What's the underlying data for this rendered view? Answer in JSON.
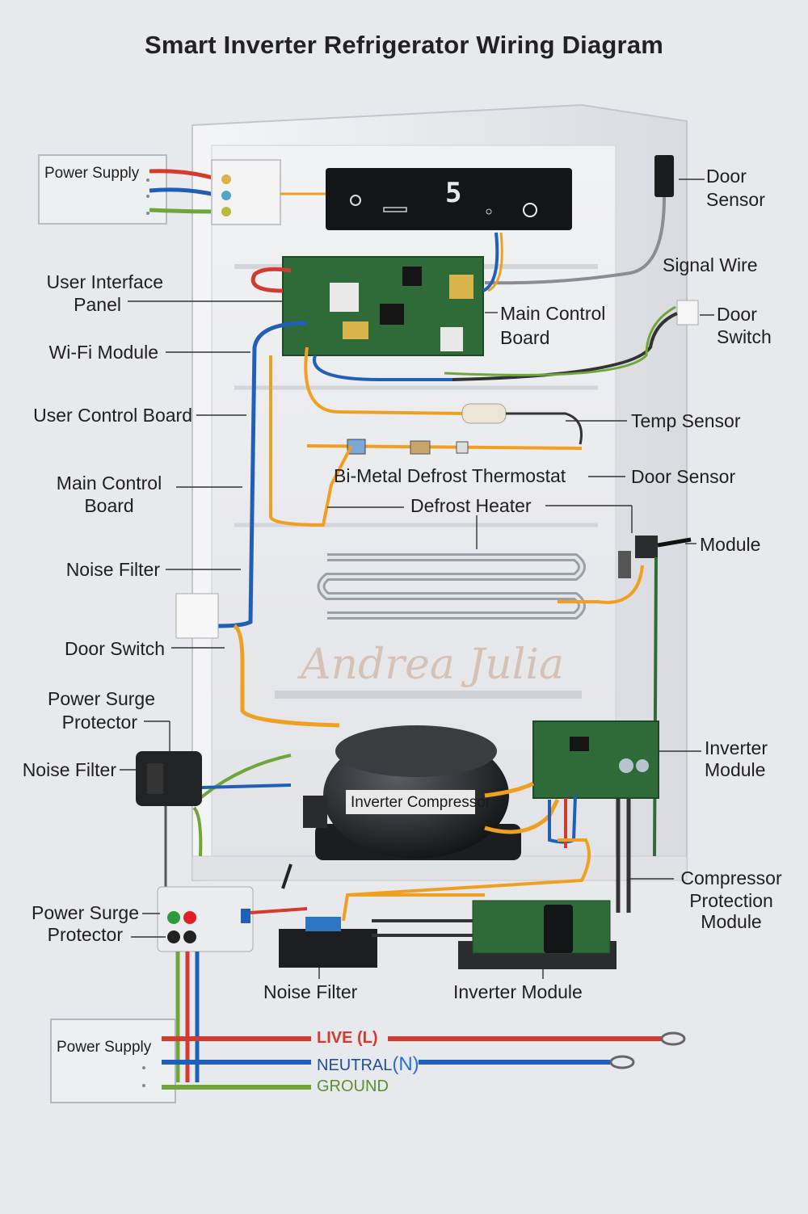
{
  "title": "Smart Inverter Refrigerator Wiring Diagram",
  "labels": {
    "power_supply_top": "Power Supply",
    "door_sensor_top": [
      "Door",
      "Sensor"
    ],
    "signal_wire": "Signal Wire",
    "user_interface_panel": [
      "User Interface",
      "Panel"
    ],
    "main_control_board_center": [
      "Main Control",
      "Board"
    ],
    "door_switch_right": [
      "Door",
      "Switch"
    ],
    "wifi_module": "Wi-Fi Module",
    "user_control_board": "User Control Board",
    "temp_sensor": "Temp Sensor",
    "main_control_board_left": [
      "Main Control",
      "Board"
    ],
    "bimetal_defrost_thermostat": "Bi-Metal Defrost Thermostat",
    "door_sensor_right": "Door Sensor",
    "defrost_heater": "Defrost Heater",
    "module": "Module",
    "noise_filter_left": "Noise Filter",
    "door_switch_left": "Door Switch",
    "power_surge_protector_left": [
      "Power Surge",
      "Protector"
    ],
    "noise_filter_mid": "Noise Filter",
    "inverter_module_right": [
      "Inverter",
      "Module"
    ],
    "inverter_compressor": "Inverter Compressor",
    "compressor_protection_module": [
      "Compressor",
      "Protection",
      "Module"
    ],
    "power_surge_protector_bottom": [
      "Power Surge",
      "Protector"
    ],
    "noise_filter_bottom": "Noise Filter",
    "inverter_module_bottom": "Inverter Module",
    "power_supply_bottom": "Power Supply",
    "live": "LIVE",
    "live_code": "(L)",
    "neutral": "NEUTRAL",
    "neutral_code": "(N)",
    "ground": "GROUND",
    "display_digit": "5"
  },
  "colors": {
    "live": "#d63a2e",
    "neutral": "#1f5fb8",
    "ground": "#6ea63a",
    "signal": "#f0a020",
    "pcb": "#2f6b38"
  }
}
